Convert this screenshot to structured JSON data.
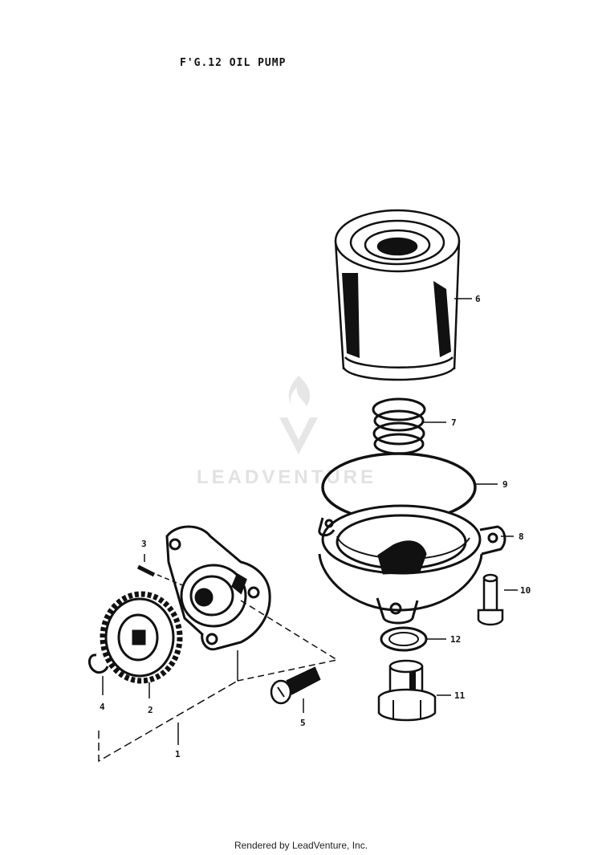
{
  "figure": {
    "title": "F'G.12  OIL PUMP",
    "footer": "Rendered by LeadVenture, Inc.",
    "watermark": "LEADVENTURE"
  },
  "callouts": [
    {
      "id": "1",
      "label": "1"
    },
    {
      "id": "2",
      "label": "2"
    },
    {
      "id": "3",
      "label": "3"
    },
    {
      "id": "4",
      "label": "4"
    },
    {
      "id": "5",
      "label": "5"
    },
    {
      "id": "6",
      "label": "6"
    },
    {
      "id": "7",
      "label": "7"
    },
    {
      "id": "8",
      "label": "8"
    },
    {
      "id": "9",
      "label": "9"
    },
    {
      "id": "10",
      "label": "10"
    },
    {
      "id": "11",
      "label": "11"
    },
    {
      "id": "12",
      "label": "12"
    }
  ],
  "colors": {
    "ink": "#111111",
    "watermark": "#e2e2e2",
    "background": "#ffffff"
  }
}
